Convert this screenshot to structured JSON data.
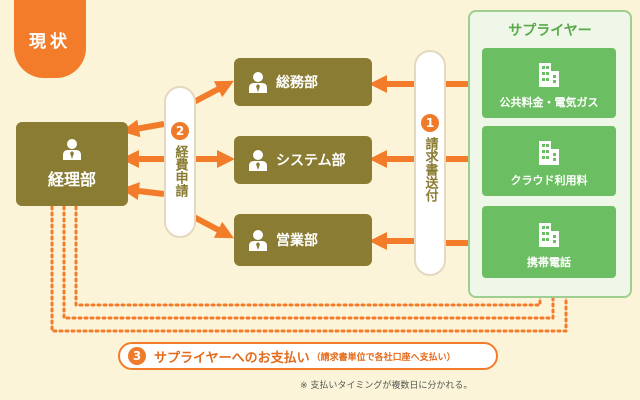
{
  "status_tag": "現状",
  "supplier_panel": {
    "title": "サプライヤー",
    "items": [
      {
        "label": "公共料金・電気ガス",
        "icon": "building-icon"
      },
      {
        "label": "クラウド利用料",
        "icon": "building-icon"
      },
      {
        "label": "携帯電話",
        "icon": "building-icon"
      }
    ]
  },
  "departments": {
    "accounting": {
      "label": "経理部",
      "icon": "person-icon"
    },
    "general_affairs": {
      "label": "総務部",
      "icon": "person-icon"
    },
    "systems": {
      "label": "システム部",
      "icon": "person-icon"
    },
    "sales": {
      "label": "営業部",
      "icon": "person-icon"
    }
  },
  "steps": {
    "invoice": {
      "number": "1",
      "label": "請求書送付"
    },
    "expense": {
      "number": "2",
      "label": "経費申請"
    },
    "payment": {
      "number": "3",
      "label": "サプライヤーへのお支払い",
      "detail": "（請求書単位で各社口座へ支払い）"
    }
  },
  "note": "※ 支払いタイミングが複数日に分かれる。",
  "colors": {
    "background": "#fbf4d8",
    "accent_orange": "#f27c2a",
    "department_olive": "#8a7c32",
    "supplier_green": "#6cbe62"
  }
}
